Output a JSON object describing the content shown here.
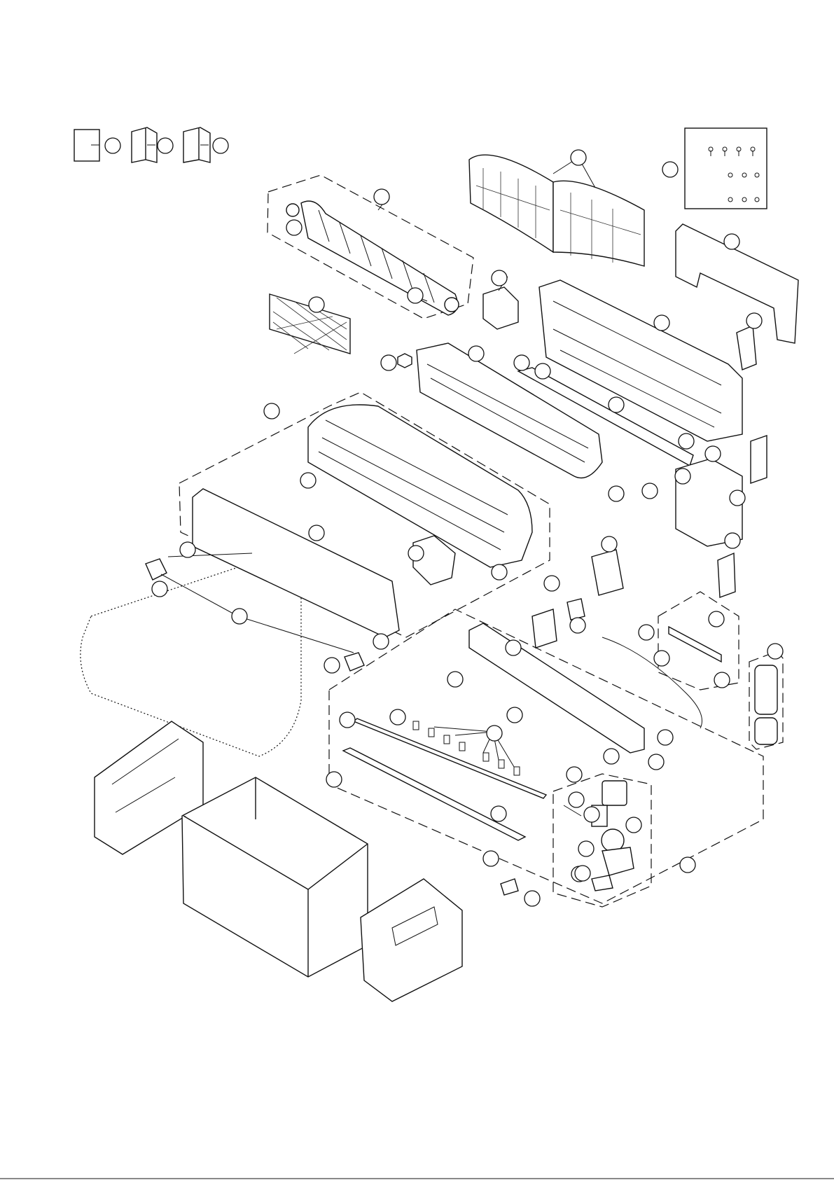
{
  "callouts": [
    {
      "id": "book1",
      "label": ""
    },
    {
      "id": "book2",
      "label": ""
    },
    {
      "id": "book3",
      "label": ""
    },
    {
      "id": "air-filter",
      "label": ""
    },
    {
      "id": "screw-kit",
      "label": ""
    },
    {
      "id": "install-plate",
      "label": ""
    },
    {
      "id": "cross-flow-fan",
      "label": ""
    },
    {
      "id": "fan-bearing",
      "label": ""
    },
    {
      "id": "fan-screw",
      "label": ""
    },
    {
      "id": "fan-motor",
      "label": ""
    },
    {
      "id": "deodorizing-filter",
      "label": ""
    },
    {
      "id": "main-chassis",
      "label": ""
    },
    {
      "id": "pipe-holder",
      "label": ""
    },
    {
      "id": "evaporator",
      "label": ""
    },
    {
      "id": "nut",
      "label": ""
    },
    {
      "id": "chassis-clip-a",
      "label": ""
    },
    {
      "id": "chassis-clip-b",
      "label": ""
    },
    {
      "id": "drain-tray",
      "label": ""
    },
    {
      "id": "evaporator-bracket",
      "label": ""
    },
    {
      "id": "electronic-box",
      "label": ""
    },
    {
      "id": "control-label",
      "label": ""
    },
    {
      "id": "box-cover",
      "label": ""
    },
    {
      "id": "front-grille-assy",
      "label": ""
    },
    {
      "id": "front-grille",
      "label": ""
    },
    {
      "id": "front-panel",
      "label": ""
    },
    {
      "id": "display-cover",
      "label": ""
    },
    {
      "id": "grille-screw",
      "label": ""
    },
    {
      "id": "panel-arm-left",
      "label": ""
    },
    {
      "id": "panel-arm-right",
      "label": ""
    },
    {
      "id": "panel-hinge",
      "label": ""
    },
    {
      "id": "hinge-screw",
      "label": ""
    },
    {
      "id": "sensor-holder",
      "label": ""
    },
    {
      "id": "sensor",
      "label": ""
    },
    {
      "id": "pcb",
      "label": ""
    },
    {
      "id": "terminal-board",
      "label": ""
    },
    {
      "id": "terminal-cover",
      "label": ""
    },
    {
      "id": "display-pcb",
      "label": ""
    },
    {
      "id": "remote-control",
      "label": ""
    },
    {
      "id": "ion-generator-a",
      "label": ""
    },
    {
      "id": "ion-generator-b",
      "label": ""
    },
    {
      "id": "lead-wire",
      "label": ""
    },
    {
      "id": "louver-motor",
      "label": ""
    },
    {
      "id": "discharge-frame",
      "label": ""
    },
    {
      "id": "vane-shaft",
      "label": ""
    },
    {
      "id": "vane-links",
      "label": ""
    },
    {
      "id": "vane-bushing",
      "label": ""
    },
    {
      "id": "louver-clip",
      "label": ""
    },
    {
      "id": "vertical-vane",
      "label": ""
    },
    {
      "id": "frame-screw",
      "label": ""
    },
    {
      "id": "horizontal-vane",
      "label": ""
    },
    {
      "id": "vane-screw",
      "label": ""
    },
    {
      "id": "drain-cap",
      "label": ""
    },
    {
      "id": "discharge-assy",
      "label": ""
    },
    {
      "id": "motor-assy",
      "label": ""
    },
    {
      "id": "motor-plate",
      "label": ""
    },
    {
      "id": "motor-spring",
      "label": ""
    },
    {
      "id": "motor-cover",
      "label": ""
    },
    {
      "id": "stepping-motor",
      "label": ""
    },
    {
      "id": "motor-holder",
      "label": ""
    },
    {
      "id": "motor-crank",
      "label": ""
    },
    {
      "id": "gear-box",
      "label": ""
    },
    {
      "id": "gear-link",
      "label": ""
    },
    {
      "id": "discharge-motor",
      "label": ""
    },
    {
      "id": "discharge-bracket",
      "label": ""
    }
  ],
  "footer": {
    "text": ""
  }
}
